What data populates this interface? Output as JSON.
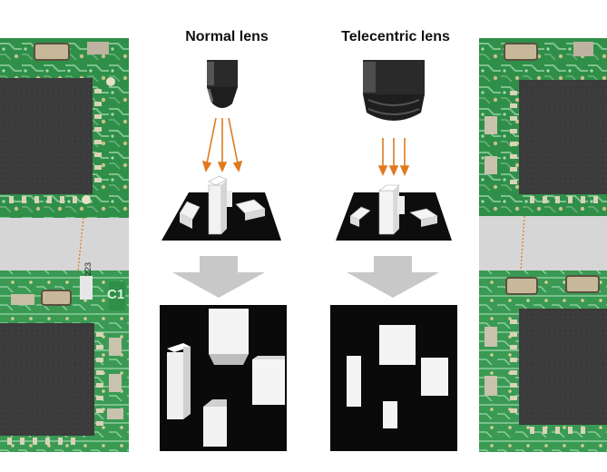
{
  "headings": {
    "normal": "Normal lens",
    "telecentric": "Telecentric lens"
  },
  "labels": {
    "board_code": "223",
    "board_mark": "C1"
  },
  "icons": {
    "lens": "camera-lens-icon",
    "arrow": "down-arrow-icon",
    "board": "circuit-board-photo"
  },
  "colors": {
    "ray": "#e07a1f",
    "lens_body": "#2a2a2a",
    "platform": "#0d0d0d",
    "block": "#f2f2f2",
    "big_arrow": "#c8c8c8",
    "pcb_green": "#2f8f48",
    "chip": "#3b3b3b",
    "gap": "#d6d6d6"
  }
}
